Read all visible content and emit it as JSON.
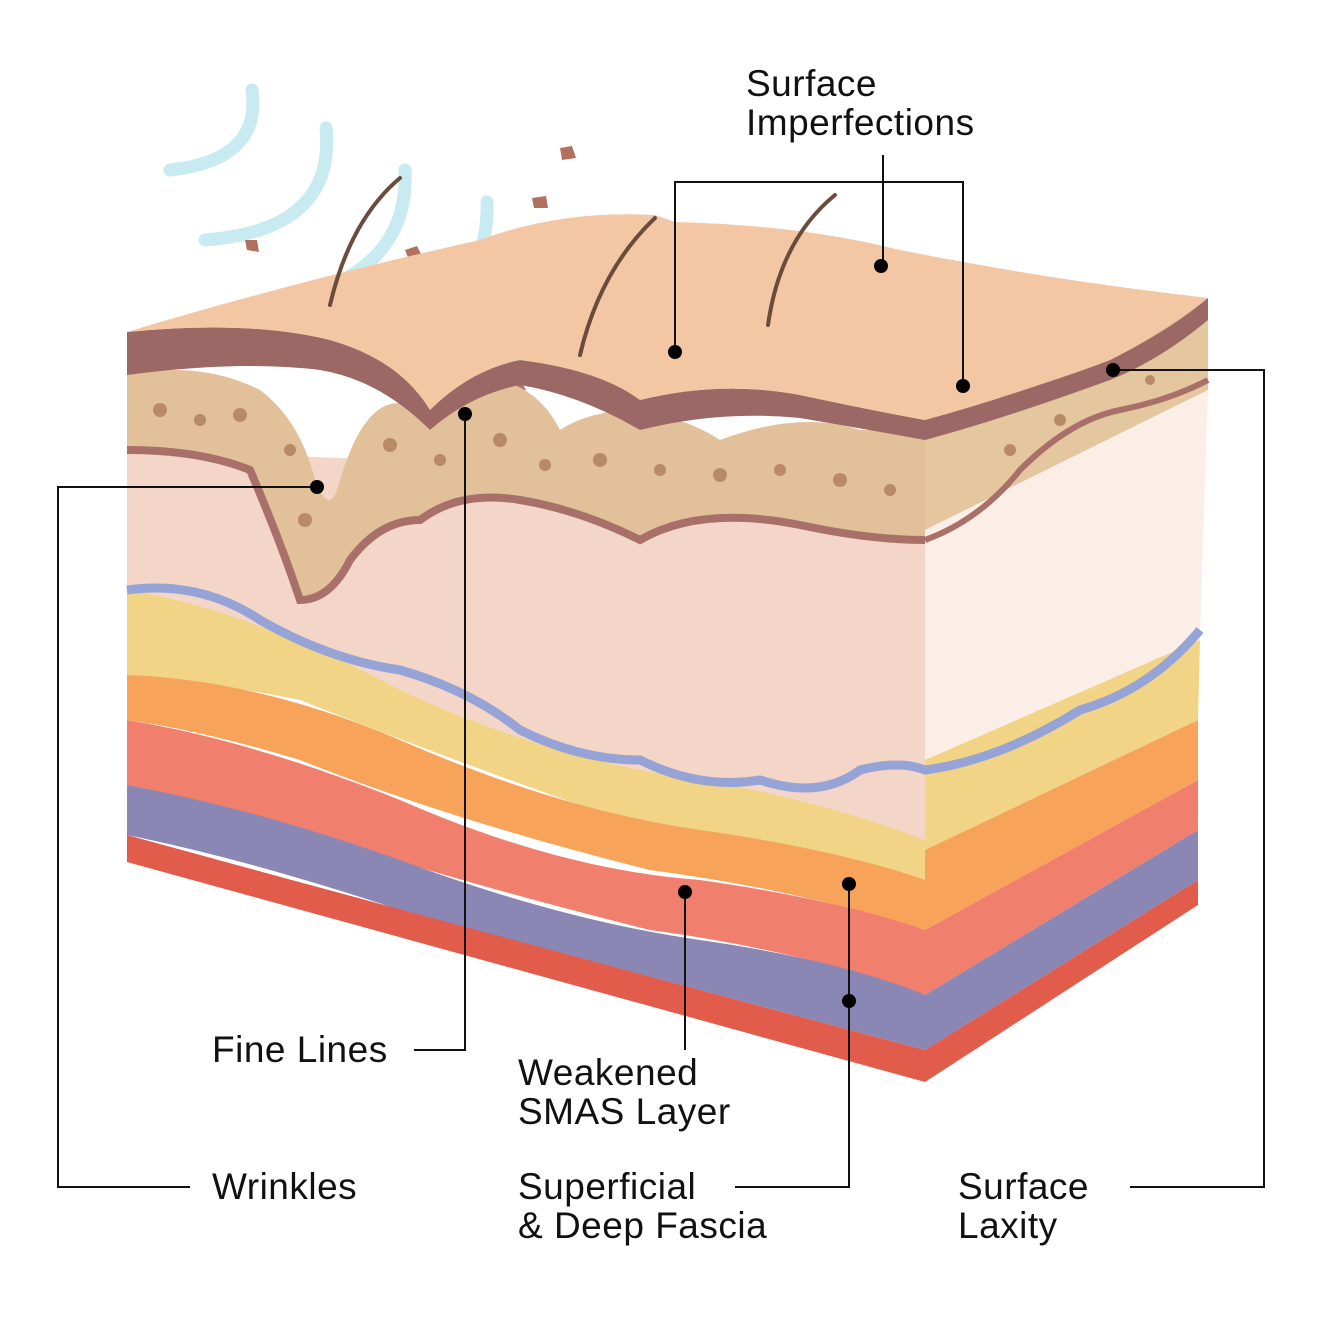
{
  "title": "Skin layers and signs of aging",
  "labels": {
    "surface_imperfections": [
      "Surface",
      "Imperfections"
    ],
    "fine_lines": "Fine Lines",
    "wrinkles": "Wrinkles",
    "weakened_smas": [
      "Weakened",
      "SMAS Layer"
    ],
    "fascia": [
      "Superficial",
      "& Deep Fascia"
    ],
    "surface_laxity": [
      "Surface",
      "Laxity"
    ]
  },
  "colors": {
    "skin_top": "#f3c7a3",
    "epidermis": "#e2c09a",
    "brown_band": "#a9706a",
    "dermis": "#f3d6c8",
    "fat": "#f2d487",
    "orange": "#f7a35a",
    "muscle": "#f07f6e",
    "fascia_purple": "#8b87b4",
    "bottom_red": "#e25c4b",
    "vein": "#95a3d6",
    "air": "#bfe7ef"
  }
}
